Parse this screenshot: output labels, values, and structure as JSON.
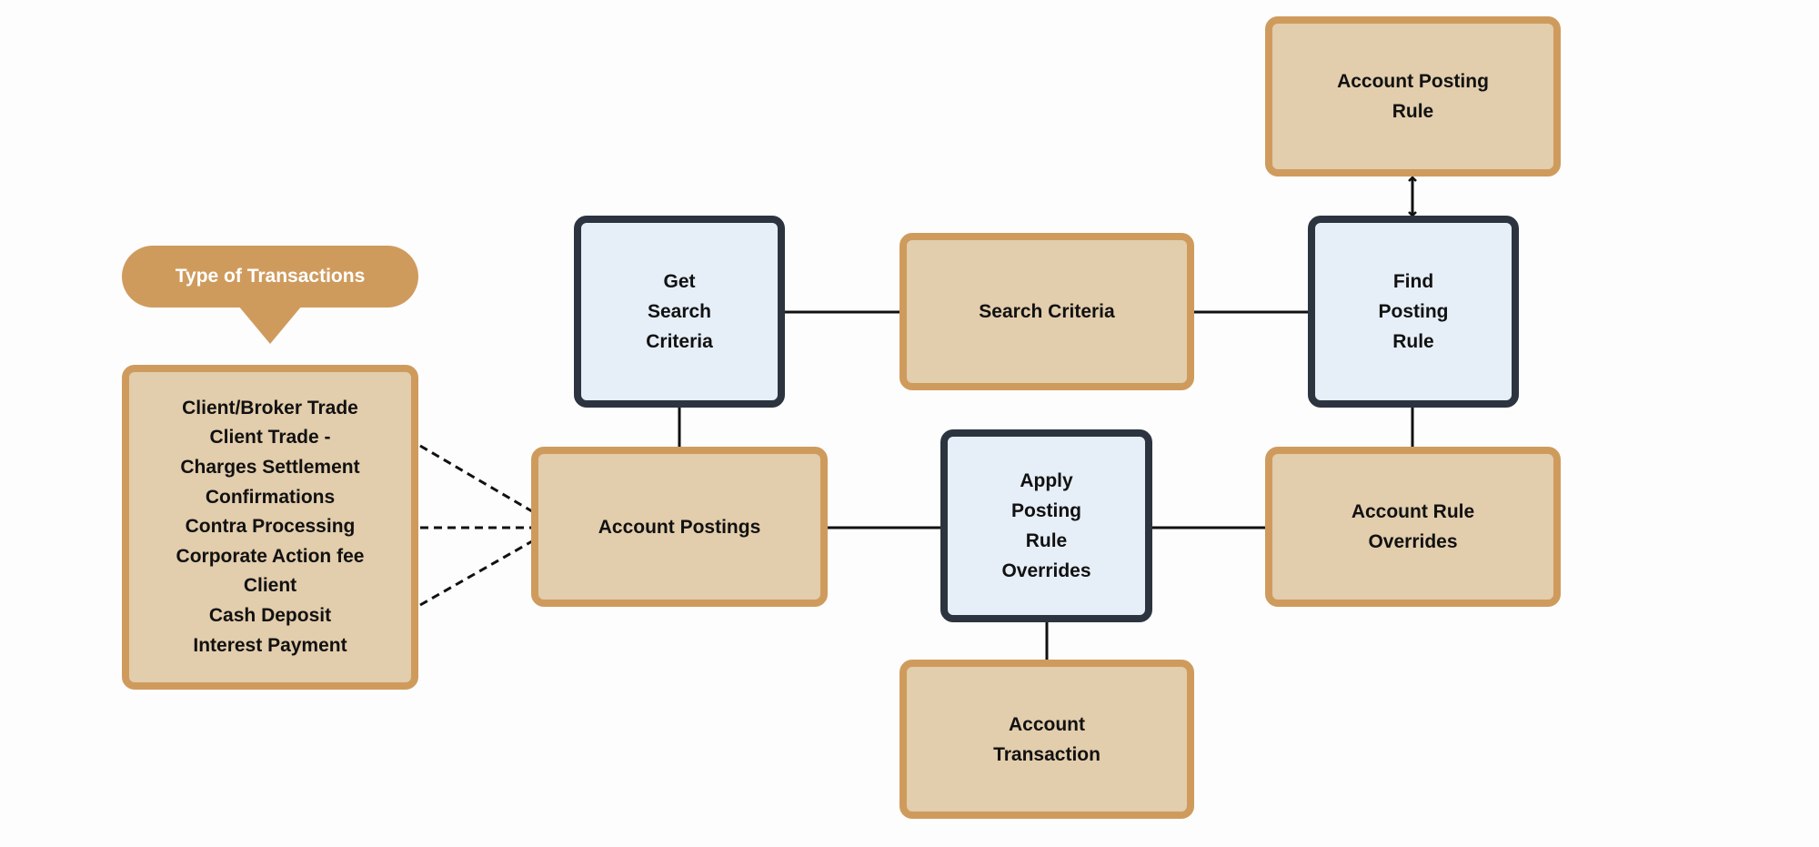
{
  "diagram": {
    "callout": {
      "label": "Type of Transactions"
    },
    "transaction_types": [
      "Client/Broker Trade",
      "Client Trade -",
      "Charges Settlement",
      "Confirmations",
      "Contra Processing",
      "Corporate Action fee",
      "Client",
      "Cash Deposit",
      "Interest Payment"
    ],
    "nodes": {
      "get_search_criteria": [
        "Get",
        "Search",
        "Criteria"
      ],
      "search_criteria": [
        "Search Criteria"
      ],
      "find_posting_rule": [
        "Find",
        "Posting",
        "Rule"
      ],
      "account_posting_rule": [
        "Account Posting",
        "Rule"
      ],
      "account_postings": [
        "Account Postings"
      ],
      "apply_posting_rule_overrides": [
        "Apply",
        "Posting",
        "Rule",
        "Overrides"
      ],
      "account_rule_overrides": [
        "Account Rule",
        "Overrides"
      ],
      "account_transaction": [
        "Account",
        "Transaction"
      ]
    },
    "colors": {
      "data_fill": "#e2cdac",
      "data_border": "#cf9b5d",
      "process_fill": "#e6eef8",
      "process_border": "#2c3440",
      "callout_fill": "#cf9b5d",
      "callout_text": "#ffffff",
      "connector": "#111111"
    }
  }
}
